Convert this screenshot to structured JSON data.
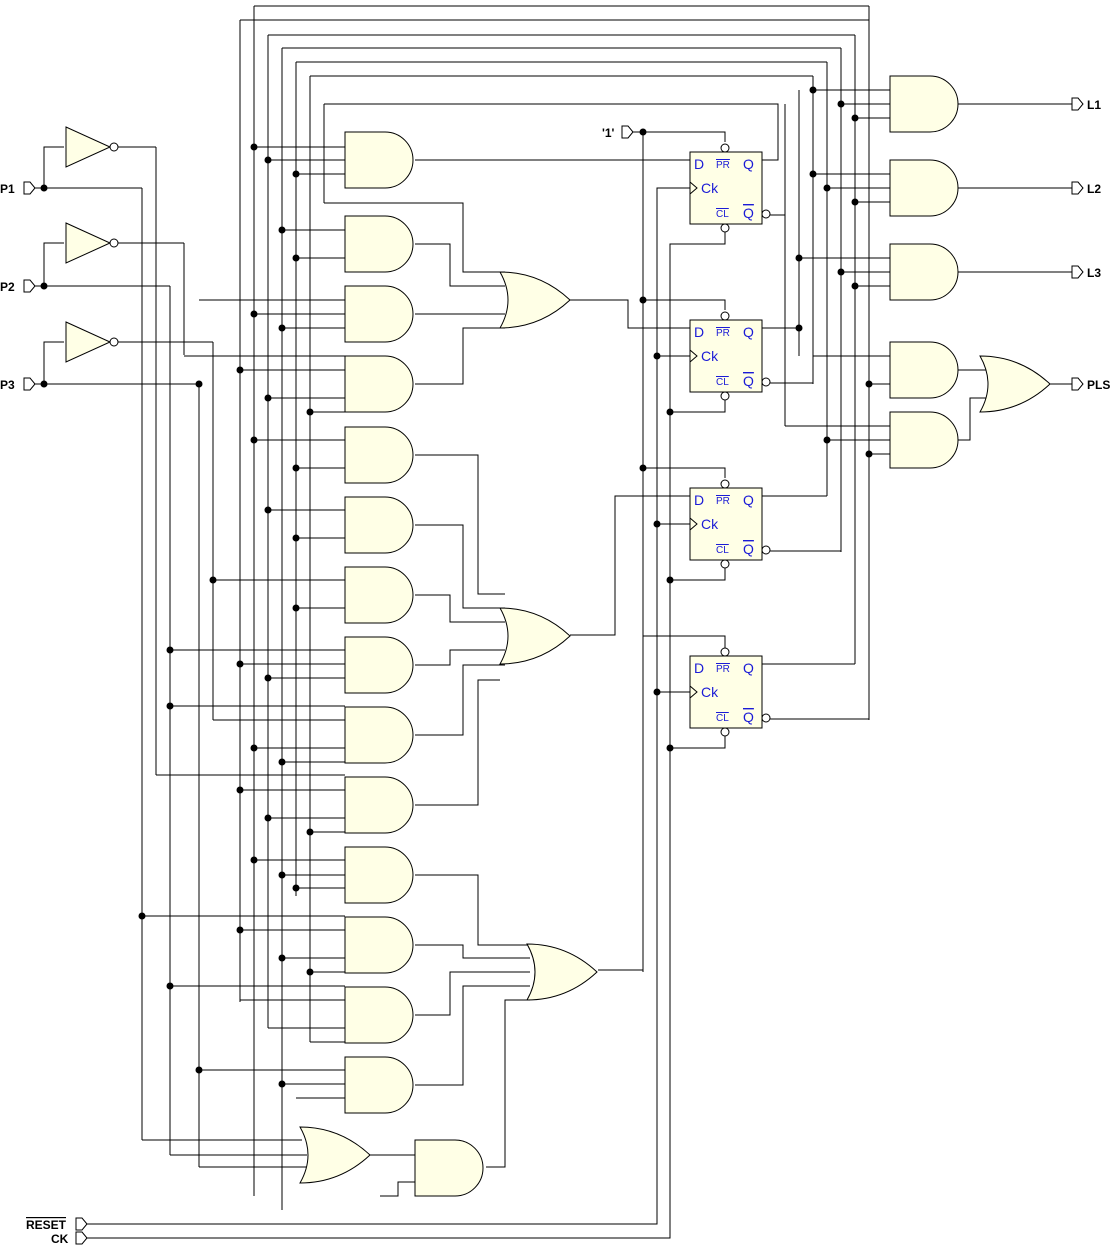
{
  "inputs": {
    "p1": "P1",
    "p2": "P2",
    "p3": "P3",
    "reset": "RESET",
    "ck": "CK",
    "one": "'1'"
  },
  "outputs": {
    "l1": "L1",
    "l2": "L2",
    "l3": "L3",
    "pls": "PLS"
  },
  "flipflop": {
    "d": "D",
    "pr": "PR",
    "q": "Q",
    "ck": "Ck",
    "cl": "CL",
    "qbar": "Q"
  },
  "colors": {
    "gate_fill": "#ffffe6",
    "ff_text": "#1b1bd6",
    "wire": "#000000"
  }
}
